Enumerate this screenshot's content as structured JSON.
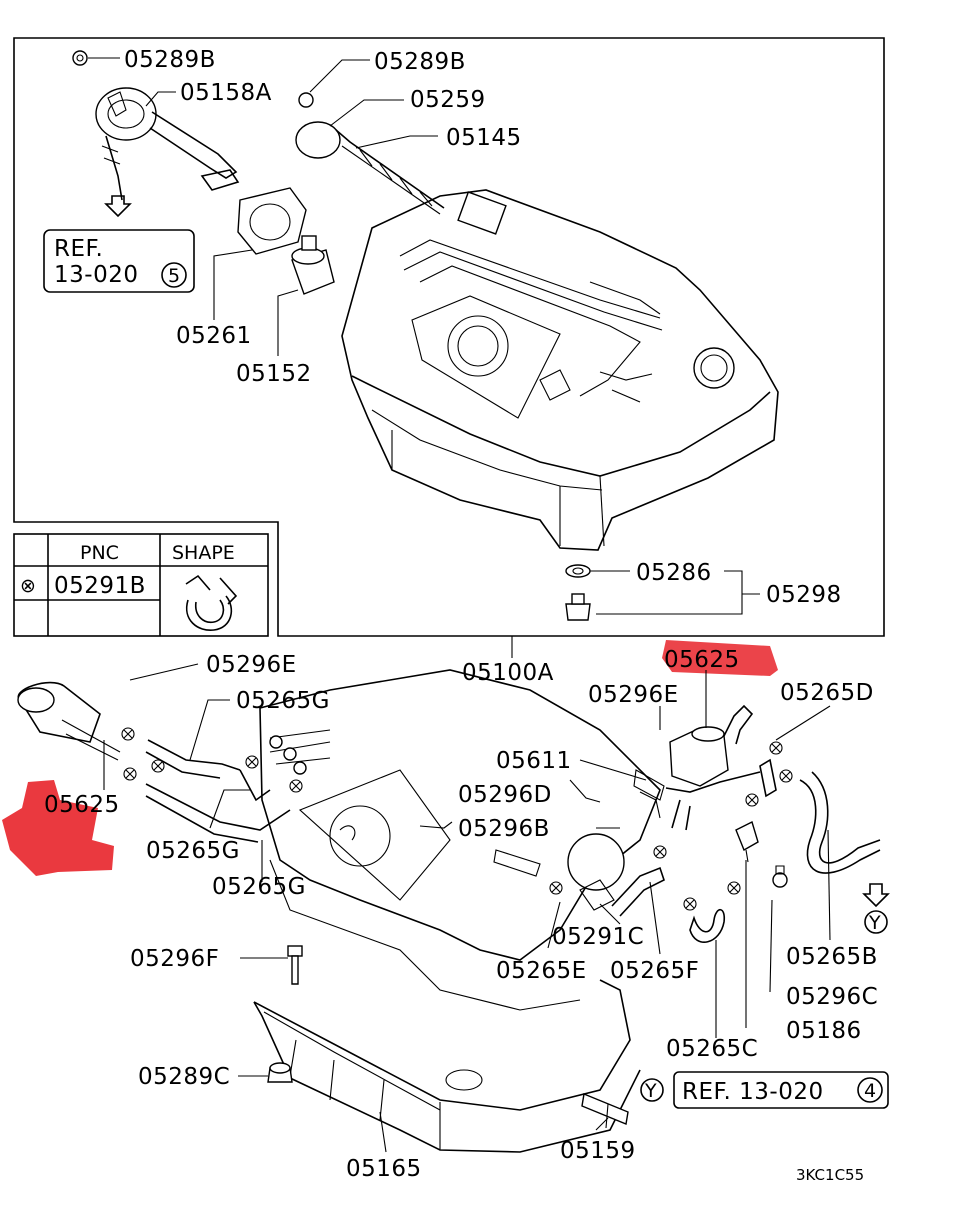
{
  "diagram": {
    "labels": {
      "p05289B_a": "05289B",
      "p05158A": "05158A",
      "p05289B_b": "05289B",
      "p05259": "05259",
      "p05145": "05145",
      "p05261": "05261",
      "p05152": "05152",
      "p05286": "05286",
      "p05298": "05298",
      "p05100A": "05100A",
      "p05625_top": "05625",
      "p05625_left": "05625",
      "p05296E_left": "05296E",
      "p05265G_a": "05265G",
      "p05265G_b": "05265G",
      "p05265G_c": "05265G",
      "p05296E_right": "05296E",
      "p05265D": "05265D",
      "p05611": "05611",
      "p05296D": "05296D",
      "p05296B": "05296B",
      "p05291C": "05291C",
      "p05265E": "05265E",
      "p05265F": "05265F",
      "p05265B": "05265B",
      "p05296C": "05296C",
      "p05186": "05186",
      "p05265C": "05265C",
      "p05296F": "05296F",
      "p05289C": "05289C",
      "p05165": "05165",
      "p05159": "05159"
    },
    "ref_box_1": {
      "line1": "REF.",
      "line2": "13-020",
      "circle": "5"
    },
    "ref_box_2": {
      "circle_y": "Y",
      "text": "REF. 13-020",
      "circle": "4"
    },
    "marker_y": "Y",
    "legend": {
      "header_pnc": "PNC",
      "header_shape": "SHAPE",
      "row_pnc": "05291B",
      "row_symbol": "⊗"
    },
    "code": "3KC1C55",
    "colors": {
      "highlight": "#e8232a",
      "line": "#000000"
    }
  }
}
